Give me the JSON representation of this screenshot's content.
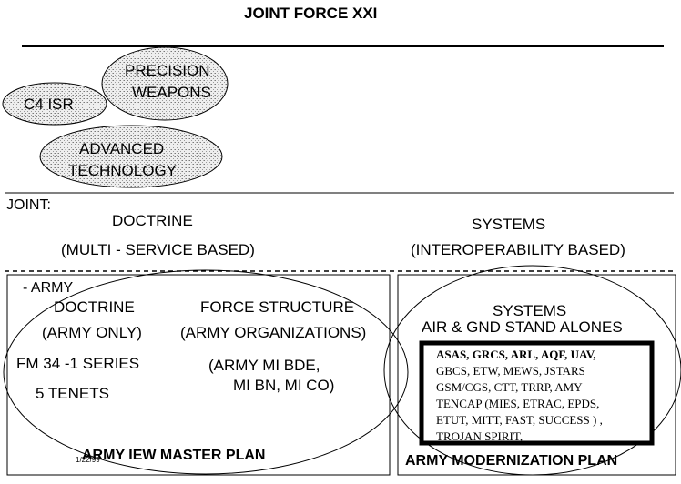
{
  "title": "JOINT FORCE XXI",
  "ellipses": {
    "c4isr": "C4 ISR",
    "precision_line1": "PRECISION",
    "precision_line2": "WEAPONS",
    "advanced_line1": "ADVANCED",
    "advanced_line2": "TECHNOLOGY"
  },
  "joint": {
    "label": "JOINT:",
    "doctrine": "DOCTRINE",
    "doctrine_basis": "(MULTI - SERVICE BASED)",
    "systems": "SYSTEMS",
    "systems_basis": "(INTEROPERABILITY BASED)"
  },
  "army": {
    "label": "- ARMY",
    "doctrine": "DOCTRINE",
    "doctrine_scope": "(ARMY ONLY)",
    "force_structure": "FORCE STRUCTURE",
    "force_scope": "(ARMY ORGANIZATIONS)",
    "fm_series": "FM 34 -1 SERIES",
    "tenets": "5 TENETS",
    "units_line1": "(ARMY MI BDE,",
    "units_line2": "MI BN, MI CO)",
    "master_plan": "ARMY IEW MASTER PLAN",
    "date": "1/22/99"
  },
  "systems_box": {
    "title": "SYSTEMS",
    "subtitle": "AIR & GND STAND ALONES",
    "list_line1_bold": "ASAS, GRCS, ARL, AQF, UAV,",
    "list_line2": "GBCS, ETW, MEWS,  JSTARS",
    "list_line3": "GSM/CGS, CTT, TRRP, AMY",
    "list_line4": "TENCAP  (MIES, ETRAC, EPDS,",
    "list_line5": "ETUT, MITT, FAST, SUCCESS ) ,",
    "list_line6": "TROJAN SPIRIT,",
    "modernization_plan": "ARMY MODERNIZATION PLAN"
  }
}
